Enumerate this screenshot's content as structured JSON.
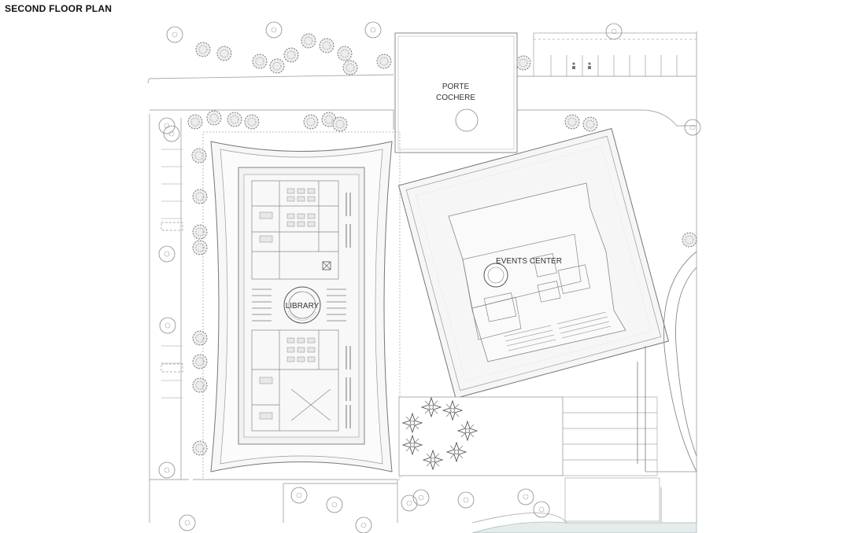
{
  "title": "SECOND FLOOR PLAN",
  "labels": {
    "porte_cochere_line1": "PORTE",
    "porte_cochere_line2": "COCHERE",
    "events_center": "EVENTS CENTER",
    "library": "LIBRARY"
  },
  "colors": {
    "line": "#9a9a9a",
    "line_dark": "#6e6e6e",
    "fill_light": "#f4f4f4",
    "water": "#e4ecec",
    "text": "#333333"
  },
  "icons": [
    "tree-canopy-icon",
    "palm-tree-icon",
    "parking-accessible-icon",
    "spiral-stair-icon"
  ]
}
